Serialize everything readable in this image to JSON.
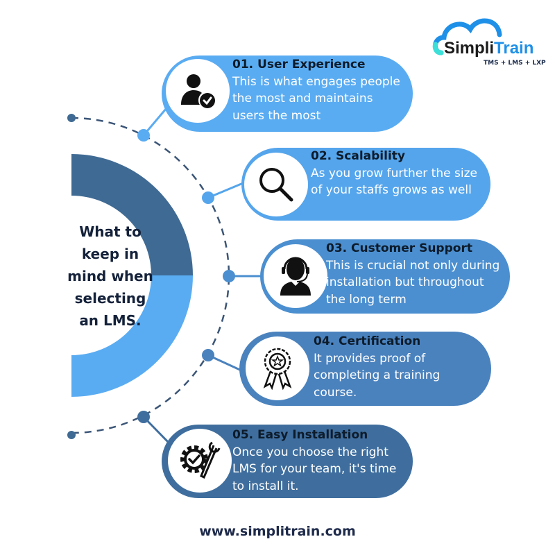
{
  "logo": {
    "name_part1": "Simpli",
    "name_part2": "Train",
    "tagline": "TMS + LMS + LXP"
  },
  "center_title": "What to keep in mind when selecting an LMS.",
  "items": [
    {
      "title": "01. User Experience",
      "body": "This is what engages people the most and maintains users the most",
      "icon": "user-check-icon",
      "color": "#5aacf2"
    },
    {
      "title": "02. Scalability",
      "body": "As you grow further the size of your staffs grows as well",
      "icon": "magnifier-icon",
      "color": "#55a5ec"
    },
    {
      "title": "03. Customer Support",
      "body": "This is crucial not only during installation but throughout the long term",
      "icon": "headset-agent-icon",
      "color": "#4b8fd0"
    },
    {
      "title": "04. Certification",
      "body": "It provides proof of completing a training course.",
      "icon": "award-ribbon-icon",
      "color": "#4a82be"
    },
    {
      "title": "05. Easy Installation",
      "body": "Once you choose the right LMS for your team, it's time to install it.",
      "icon": "gear-wrench-icon",
      "color": "#3f6e9e"
    }
  ],
  "website": "www.simplitrain.com",
  "colors": {
    "arc_dark": "#3f6a93",
    "arc_light": "#5aacf2",
    "dash": "#3b5577"
  }
}
